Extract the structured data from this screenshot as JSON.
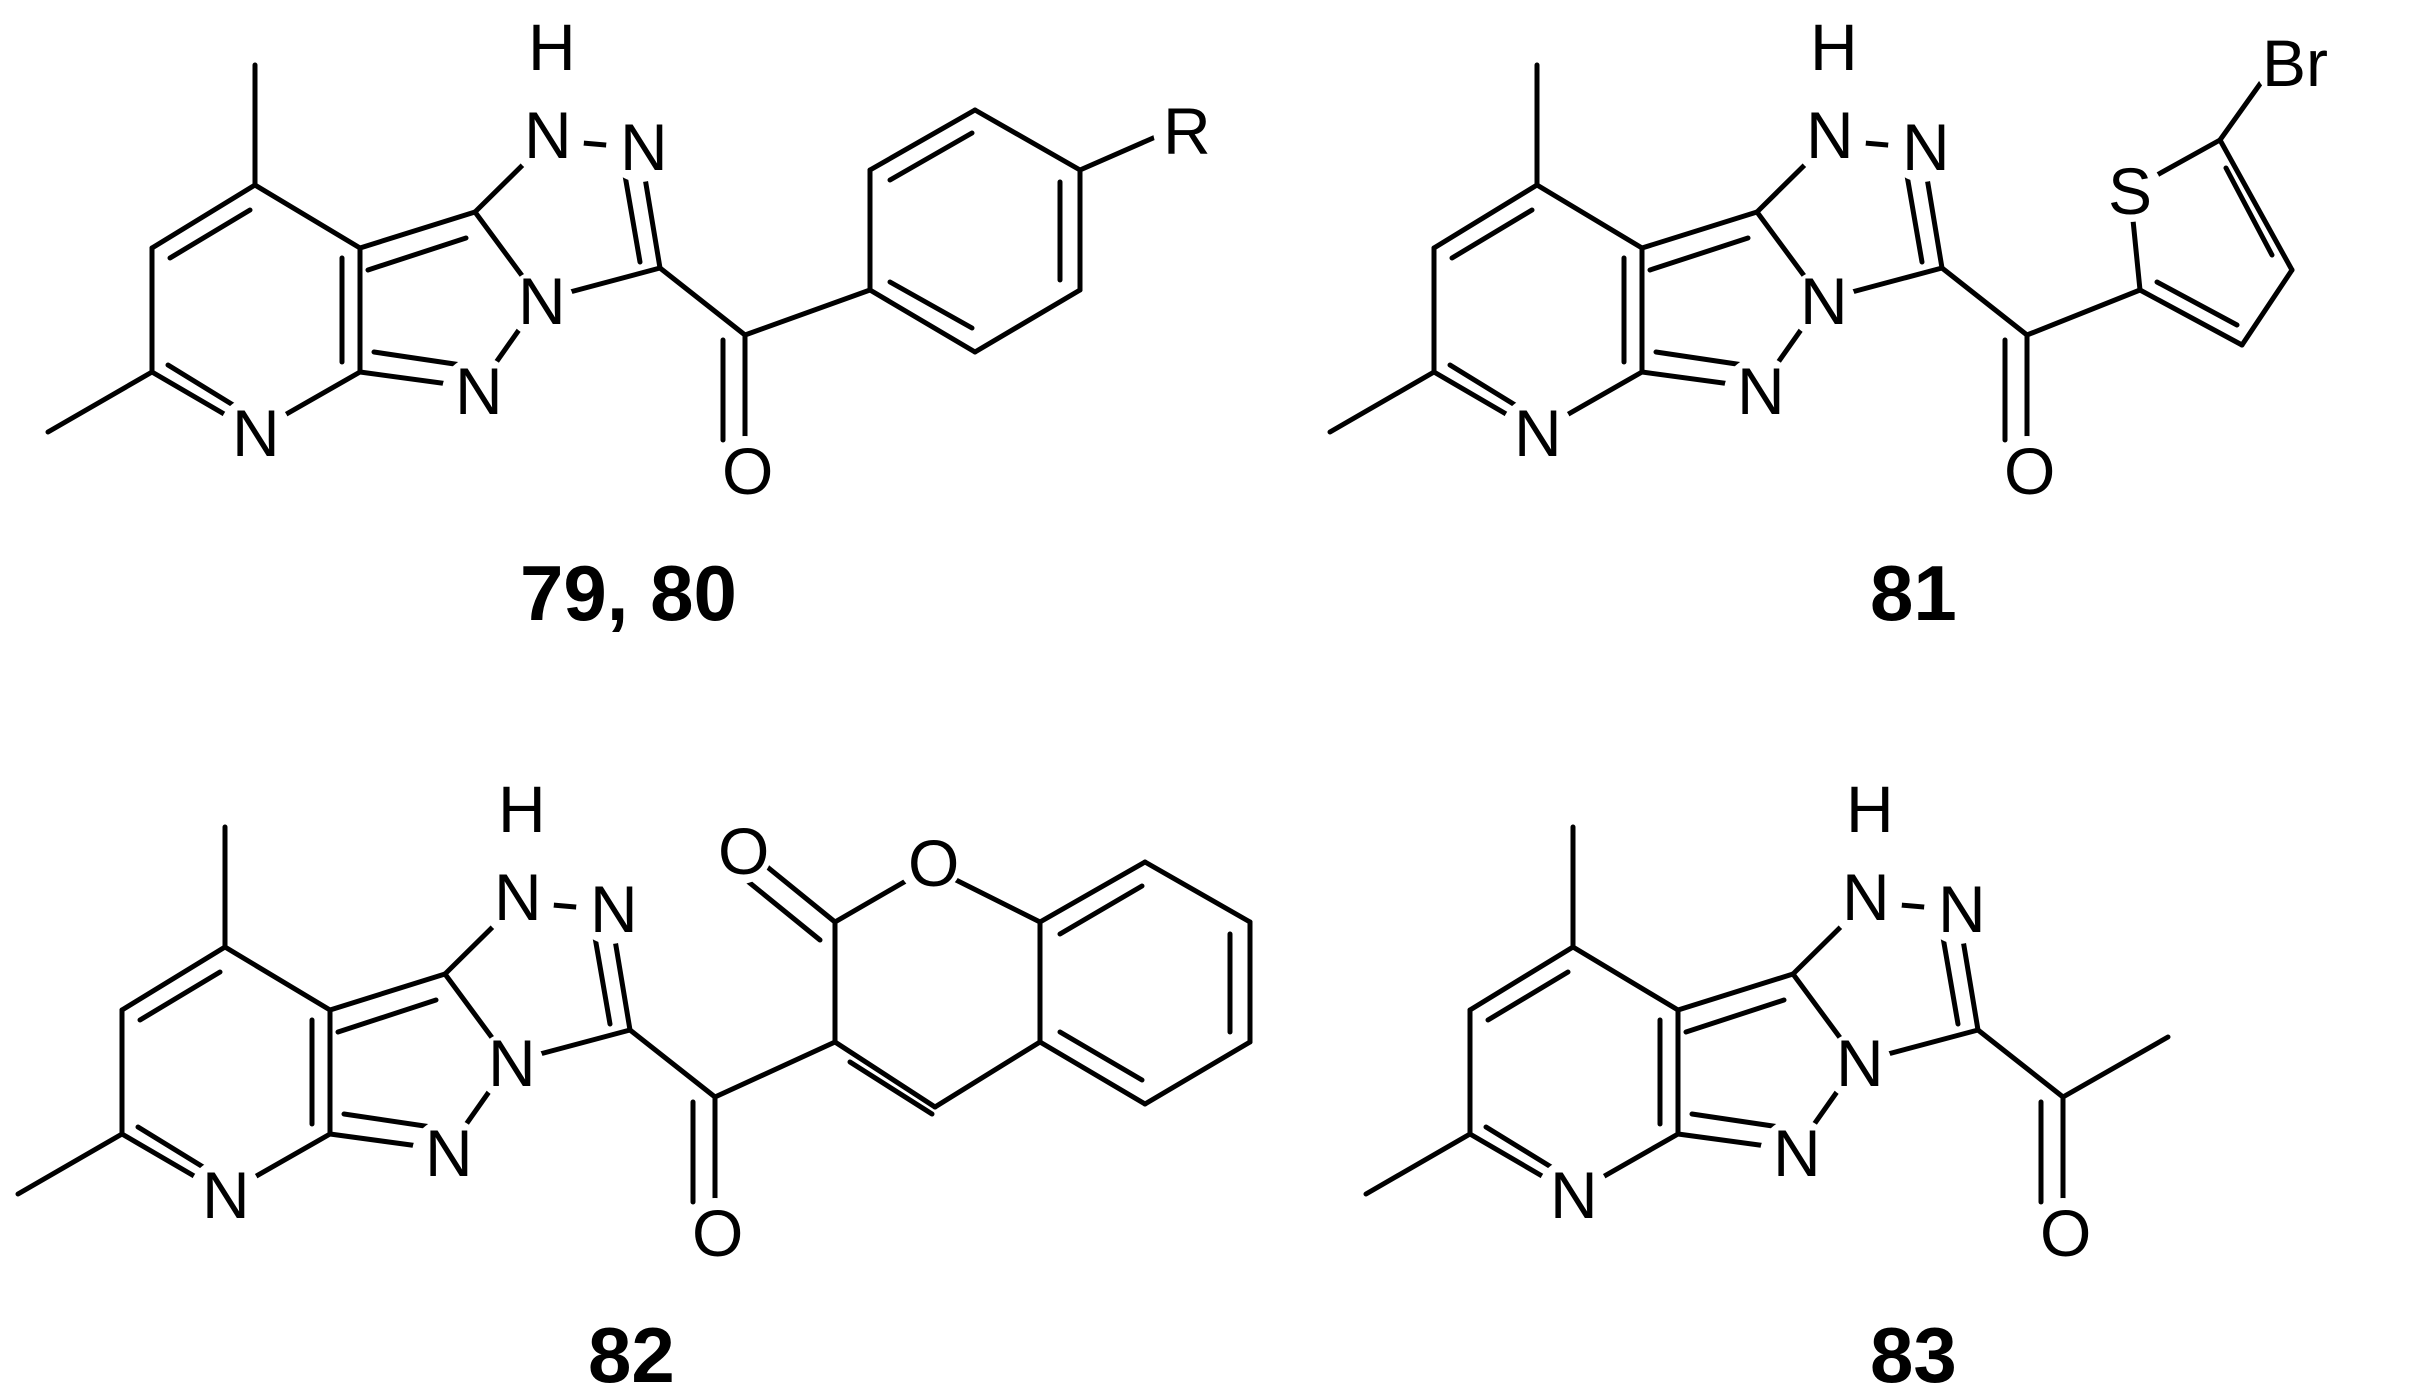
{
  "figure": {
    "structures": [
      {
        "id": "s1",
        "label": "79, 80",
        "atoms": {
          "nh_h": "H",
          "nh_n": "N",
          "n2": "N",
          "n_bridge": "N",
          "n_pyrazole": "N",
          "n_pyridine": "N",
          "o_carbonyl": "O",
          "r_group": "R"
        }
      },
      {
        "id": "s2",
        "label": "81",
        "atoms": {
          "nh_h": "H",
          "nh_n": "N",
          "n2": "N",
          "n_bridge": "N",
          "n_pyrazole": "N",
          "n_pyridine": "N",
          "o_carbonyl": "O",
          "s_thiophene": "S",
          "br": "Br"
        }
      },
      {
        "id": "s3",
        "label": "82",
        "atoms": {
          "nh_h": "H",
          "nh_n": "N",
          "n2": "N",
          "n_bridge": "N",
          "n_pyrazole": "N",
          "n_pyridine": "N",
          "o_carbonyl": "O",
          "o_lactone_carbonyl": "O",
          "o_ring": "O"
        }
      },
      {
        "id": "s4",
        "label": "83",
        "atoms": {
          "nh_h": "H",
          "nh_n": "N",
          "n2": "N",
          "n_bridge": "N",
          "n_pyrazole": "N",
          "n_pyridine": "N",
          "o_carbonyl": "O"
        }
      }
    ]
  }
}
